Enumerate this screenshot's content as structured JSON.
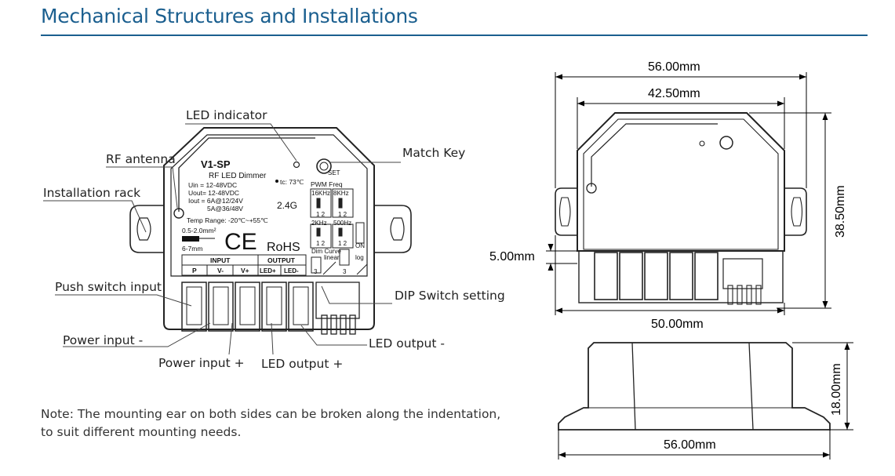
{
  "header": {
    "title": "Mechanical Structures and Installations"
  },
  "callouts": {
    "led_indicator": "LED indicator",
    "rf_antenna": "RF antenna",
    "installation_rack": "Installation rack",
    "match_key": "Match Key",
    "push_switch_input": "Push switch input",
    "power_input_minus": "Power input -",
    "power_input_plus": "Power input +",
    "led_output_plus": "LED output +",
    "led_output_minus": "LED output -",
    "dip_switch_setting": "DIP Switch setting"
  },
  "device": {
    "model": "V1-SP",
    "subtitle": "RF LED Dimmer",
    "uin": "Uin  = 12-48VDC",
    "uout": "Uout= 12-48VDC",
    "iout1": "Iout = 6A@12/24V",
    "iout2": "5A@36/48V",
    "tc": "tc: 73℃",
    "temp_range": "Temp Range: -20℃~+55℃",
    "rf": "2.4G",
    "set": "SET",
    "wire": "0.5-2.0mm²",
    "strip": "6-7mm",
    "ce": "CE",
    "rohs": "RoHS",
    "pwm_freq": "PWM Freq",
    "f16k": "16KHz",
    "f8k": "8KHz",
    "f2k": "2KHz",
    "f500": "500Hz",
    "dip_12": "1 2",
    "on": "ON",
    "dim_curve": "Dim Curve",
    "linear": "linear",
    "log": "log",
    "three": "3",
    "input": "INPUT",
    "output": "OUTPUT",
    "t_p": "P",
    "t_vm": "V-",
    "t_vp": "V+",
    "t_ledp": "LED+",
    "t_ledm": "LED-"
  },
  "dimensions": {
    "top_outer_width": "56.00mm",
    "top_inner_width": "42.50mm",
    "height": "38.50mm",
    "terminal_depth": "5.00mm",
    "bottom_width": "50.00mm",
    "side_width": "56.00mm",
    "side_height": "18.00mm"
  },
  "note": {
    "line1": "Note: The mounting ear on both sides can be broken along the indentation,",
    "line2": "to suit different mounting needs."
  },
  "colors": {
    "title": "#1b5f8f",
    "line": "#222222"
  }
}
